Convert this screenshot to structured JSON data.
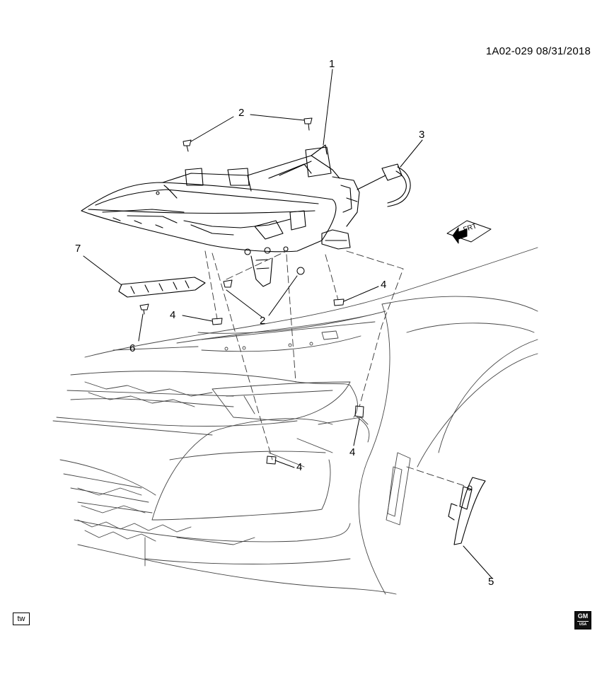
{
  "header": {
    "reference": "1A02-029  08/31/2018"
  },
  "direction_marker": {
    "label": "FRT"
  },
  "callouts": {
    "c1": "1",
    "c2a": "2",
    "c2b": "2",
    "c3": "3",
    "c4a": "4",
    "c4b": "4",
    "c4c": "4",
    "c4d": "4",
    "c5": "5",
    "c6": "6",
    "c7": "7"
  },
  "footer": {
    "view_badge": "tw",
    "logo": "GM"
  },
  "colors": {
    "line": "#000000",
    "light_line": "#555555",
    "background": "#ffffff"
  }
}
